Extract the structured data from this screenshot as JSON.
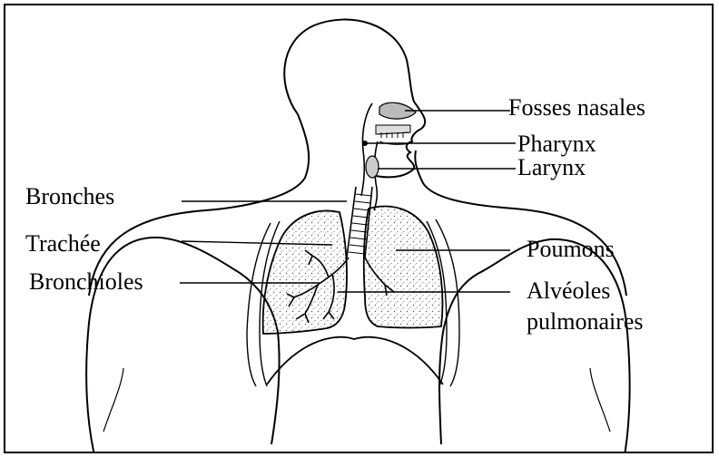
{
  "labels": {
    "fosses_nasales": "Fosses nasales",
    "pharynx": "Pharynx",
    "larynx": "Larynx",
    "bronches": "Bronches",
    "trachee": "Trachée",
    "bronchioles": "Bronchioles",
    "poumons": "Poumons",
    "alveoles_line1": "Alvéoles",
    "alveoles_line2": "pulmonaires"
  },
  "colors": {
    "stroke": "#000000",
    "background": "#ffffff",
    "lung_stipple": "#444444"
  }
}
